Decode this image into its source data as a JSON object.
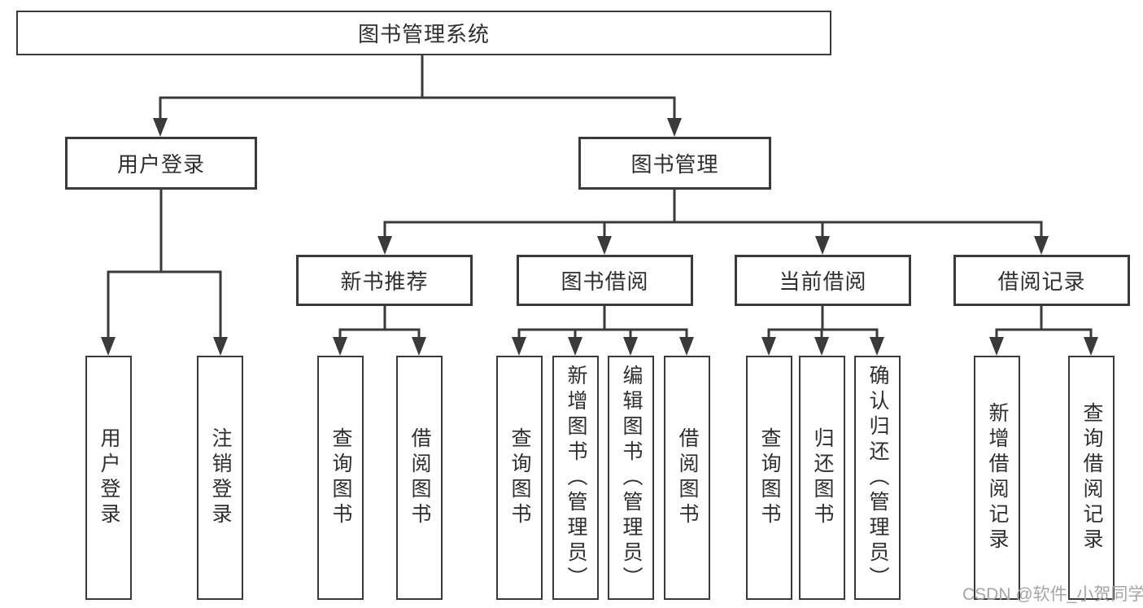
{
  "root": {
    "label": "图书管理系统"
  },
  "level2": [
    {
      "label": "用户登录"
    },
    {
      "label": "图书管理"
    }
  ],
  "level3": [
    {
      "label": "新书推荐",
      "parent": "图书管理"
    },
    {
      "label": "图书借阅",
      "parent": "图书管理"
    },
    {
      "label": "当前借阅",
      "parent": "图书管理"
    },
    {
      "label": "借阅记录",
      "parent": "图书管理"
    }
  ],
  "leaves": [
    {
      "label": "用户登录",
      "parent": "用户登录"
    },
    {
      "label": "注销登录",
      "parent": "用户登录"
    },
    {
      "label": "查询图书",
      "parent": "新书推荐"
    },
    {
      "label": "借阅图书",
      "parent": "新书推荐"
    },
    {
      "label": "查询图书",
      "parent": "图书借阅"
    },
    {
      "label": "新增图书（管理员）",
      "parent": "图书借阅"
    },
    {
      "label": "编辑图书（管理员）",
      "parent": "图书借阅"
    },
    {
      "label": "借阅图书",
      "parent": "图书借阅"
    },
    {
      "label": "查询图书",
      "parent": "当前借阅"
    },
    {
      "label": "归还图书",
      "parent": "当前借阅"
    },
    {
      "label": "确认归还（管理员）",
      "parent": "当前借阅"
    },
    {
      "label": "新增借阅记录",
      "parent": "借阅记录"
    },
    {
      "label": "查询借阅记录",
      "parent": "借阅记录"
    }
  ],
  "watermark": {
    "text": "CSDN @软件_小贺同学"
  },
  "colors": {
    "line": "#3a3a3a",
    "box_border": "#3a3a3a",
    "text": "#2f2f2f",
    "watermark": "#a5a5a5",
    "background": "#ffffff"
  }
}
